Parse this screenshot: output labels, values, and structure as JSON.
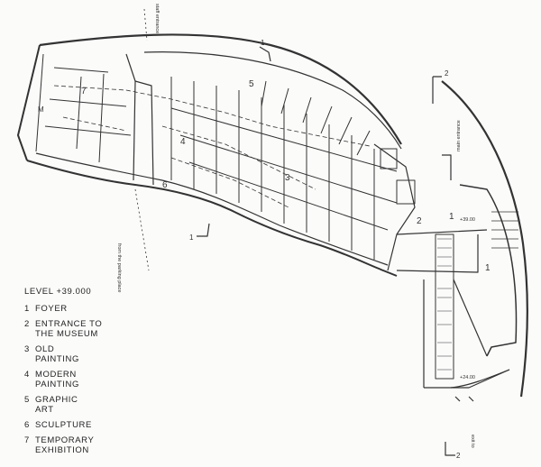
{
  "legend": {
    "title": "LEVEL +39.000",
    "items": [
      {
        "num": "1",
        "label": "FOYER"
      },
      {
        "num": "2",
        "label": "ENTRANCE TO\nTHE MUSEUM"
      },
      {
        "num": "3",
        "label": "OLD\nPAINTING"
      },
      {
        "num": "4",
        "label": "MODERN\nPAINTING"
      },
      {
        "num": "5",
        "label": "GRAPHIC\nART"
      },
      {
        "num": "6",
        "label": "SCULPTURE"
      },
      {
        "num": "7",
        "label": "TEMPORARY\nEXHIBITION"
      }
    ]
  },
  "plan": {
    "room_numbers": {
      "r1a": "1",
      "r1b": "1",
      "r2": "2",
      "r3": "3",
      "r4": "4",
      "r5": "5",
      "r6": "6",
      "r7": "7",
      "rM": "M"
    },
    "section_marks": {
      "top_left": "1",
      "top_right": "2",
      "bottom_left": "1",
      "bottom_right": "2"
    },
    "elevations": {
      "upper": "+39.00",
      "lower": "+24.00"
    },
    "vertical_labels": {
      "staff": "staff entrance",
      "main": "main entrance",
      "parking": "from the parking place",
      "exit": "exit to"
    }
  }
}
